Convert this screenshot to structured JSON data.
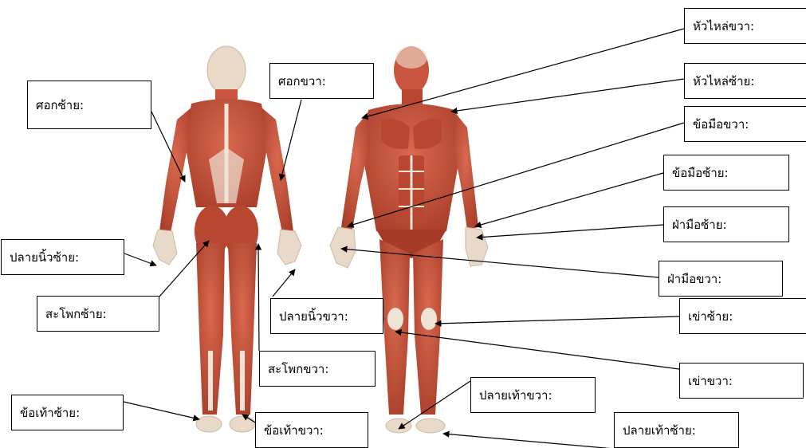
{
  "labels": {
    "shoulder_left_back": "ศอกซ้าย:",
    "elbow_right_back": "ศอกขวา:",
    "fingertip_left": "ปลายนิ้วซ้าย:",
    "hip_left": "สะโพกซ้าย:",
    "fingertip_right": "ปลายนิ้วขวา:",
    "hip_right": "สะโพกขวา:",
    "ankle_left": "ข้อเท้าซ้าย:",
    "ankle_right": "ข้อเท้าขวา:",
    "shoulder_right": "หัวไหล่ขวา:",
    "shoulder_left": "หัวไหล่ซ้าย:",
    "wrist_right": "ข้อมือขวา:",
    "wrist_left": "ข้อมือซ้าย:",
    "palm_left": "ฝ่ามือซ้าย:",
    "palm_right": "ฝ่ามือขวา:",
    "knee_left": "เข่าซ้าย:",
    "knee_right": "เข่าขวา:",
    "toe_right": "ปลายเท้าขวา:",
    "toe_left": "ปลายเท้าซ้าย:"
  },
  "colors": {
    "muscle": "#c9553e",
    "muscle_dark": "#a63a27",
    "tendon": "#efe3d6",
    "skin": "#e9d9c8"
  }
}
